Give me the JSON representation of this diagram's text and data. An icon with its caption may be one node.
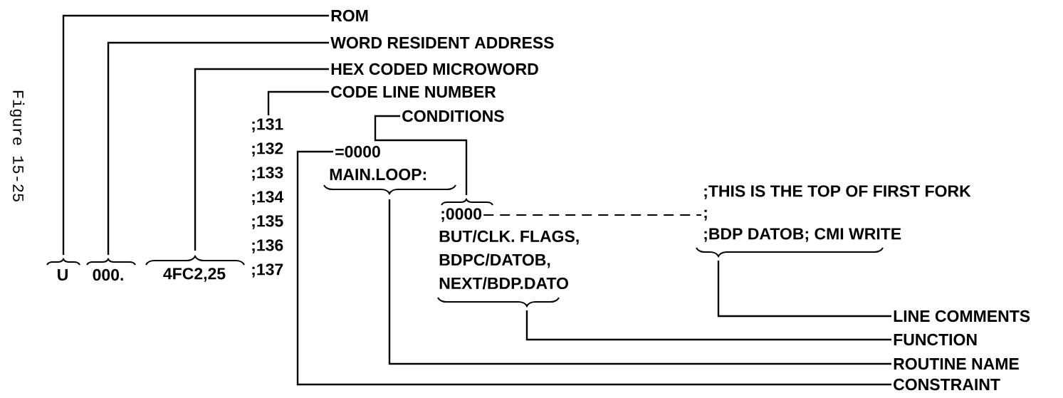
{
  "diagram": {
    "nodes": [
      {
        "text": [
          "ROM"
        ]
      },
      {
        "text": [
          "WORD RESIDENT ADDRESS"
        ]
      },
      {
        "text": [
          "HEX CODED MICROWORD"
        ]
      },
      {
        "text": [
          "CODE LINE NUMBER"
        ]
      },
      {
        "text": [
          "CONDITIONS"
        ]
      },
      {
        "text": [
          "LINE COMMENTS"
        ]
      },
      {
        "text": [
          "FUNCTION"
        ]
      },
      {
        "text": [
          "ROUTINE NAME"
        ]
      },
      {
        "text": [
          "CONSTRAINT"
        ]
      },
      {
        "text": [
          "U"
        ]
      },
      {
        "text": [
          "000."
        ]
      },
      {
        "text": [
          "4FC2,25"
        ]
      },
      {
        "text": [
          ";131",
          ";132",
          ";133",
          ";134",
          ";135",
          ";136",
          ";137"
        ]
      },
      {
        "text": [
          "=0000"
        ]
      },
      {
        "text": [
          "MAIN.LOOP:"
        ]
      },
      {
        "text": [
          ";0000"
        ]
      },
      {
        "text": [
          "BUT/CLK. FLAGS,",
          "BDPC/DATOB,",
          "NEXT/BDP.DATO"
        ]
      },
      {
        "text": [
          ";THIS IS THE TOP OF FIRST FORK",
          ";",
          ";BDP DATOB; CMI WRITE"
        ]
      }
    ],
    "edges": [
      {
        "from": 0,
        "to": 9,
        "arrow": "none"
      },
      {
        "from": 1,
        "to": 10,
        "arrow": "none"
      },
      {
        "from": 2,
        "to": 11,
        "arrow": "none"
      },
      {
        "from": 3,
        "to": 12,
        "arrow": "none"
      },
      {
        "from": 4,
        "to": 15,
        "arrow": "none"
      },
      {
        "from": 5,
        "to": 17,
        "arrow": "none"
      },
      {
        "from": 6,
        "to": 16,
        "arrow": "none"
      },
      {
        "from": 7,
        "to": 14,
        "arrow": "none"
      },
      {
        "from": 8,
        "to": 13,
        "arrow": "none"
      },
      {
        "from": 15,
        "to": 17,
        "arrow": "none",
        "style": "dashed"
      }
    ],
    "labels": [
      "Figure 15-25"
    ]
  }
}
